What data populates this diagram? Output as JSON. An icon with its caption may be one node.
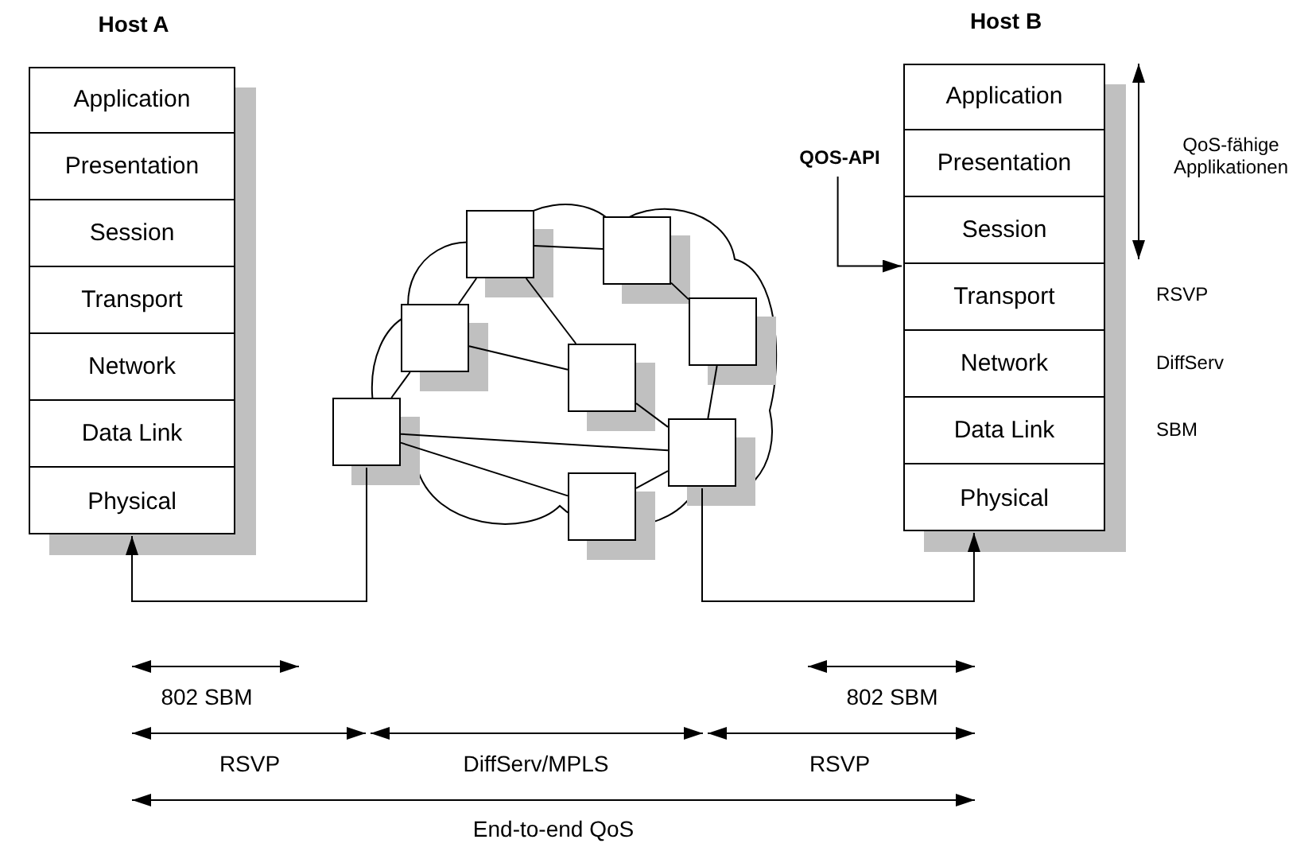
{
  "diagram": {
    "nodes": [
      {
        "text": [
          "Host A"
        ]
      },
      {
        "text": [
          "Application"
        ],
        "in": 0
      },
      {
        "text": [
          "Presentation"
        ],
        "in": 0
      },
      {
        "text": [
          "Session"
        ],
        "in": 0
      },
      {
        "text": [
          "Transport"
        ],
        "in": 0
      },
      {
        "text": [
          "Network"
        ],
        "in": 0
      },
      {
        "text": [
          "Data Link"
        ],
        "in": 0
      },
      {
        "text": [
          "Physical"
        ],
        "in": 0
      },
      {
        "text": [
          "Host B"
        ]
      },
      {
        "text": [
          "Application"
        ],
        "in": 8
      },
      {
        "text": [
          "Presentation"
        ],
        "in": 8
      },
      {
        "text": [
          "Session"
        ],
        "in": 8
      },
      {
        "text": [
          "Transport"
        ],
        "in": 8
      },
      {
        "text": [
          "Network"
        ],
        "in": 8
      },
      {
        "text": [
          "Data Link"
        ],
        "in": 8
      },
      {
        "text": [
          "Physical"
        ],
        "in": 8
      },
      {
        "text": [],
        "shape": "cloud"
      },
      {
        "text": [],
        "shape": "box",
        "in": 16
      },
      {
        "text": [],
        "shape": "box",
        "in": 16
      },
      {
        "text": [],
        "shape": "box",
        "in": 16
      },
      {
        "text": [],
        "shape": "box",
        "in": 16
      },
      {
        "text": [],
        "shape": "box",
        "in": 16
      },
      {
        "text": [],
        "shape": "box"
      },
      {
        "text": [],
        "shape": "box",
        "in": 16
      },
      {
        "text": [],
        "shape": "box",
        "in": 16
      },
      {
        "text": [
          "QOS-API"
        ]
      }
    ],
    "edges": [
      {
        "from": 17,
        "to": 18,
        "arrow": "none"
      },
      {
        "from": 17,
        "to": 19,
        "arrow": "none"
      },
      {
        "from": 17,
        "to": 21,
        "arrow": "none"
      },
      {
        "from": 18,
        "to": 20,
        "arrow": "none"
      },
      {
        "from": 19,
        "to": 21,
        "arrow": "none"
      },
      {
        "from": 19,
        "to": 22,
        "arrow": "none"
      },
      {
        "from": 20,
        "to": 23,
        "arrow": "none"
      },
      {
        "from": 21,
        "to": 23,
        "arrow": "none"
      },
      {
        "from": 22,
        "to": 23,
        "arrow": "none"
      },
      {
        "from": 22,
        "to": 24,
        "arrow": "none"
      },
      {
        "from": 24,
        "to": 23,
        "arrow": "none"
      },
      {
        "from": 22,
        "to": 7,
        "arrow": "to"
      },
      {
        "from": 23,
        "to": 15,
        "arrow": "to"
      },
      {
        "from": 25,
        "to": 12,
        "arrow": "to"
      }
    ],
    "labels": [
      "QoS-fähige Applikationen",
      "RSVP",
      "DiffServ",
      "SBM",
      "802 SBM",
      "802 SBM",
      "RSVP",
      "DiffServ/MPLS",
      "RSVP",
      "End-to-end QoS"
    ]
  }
}
